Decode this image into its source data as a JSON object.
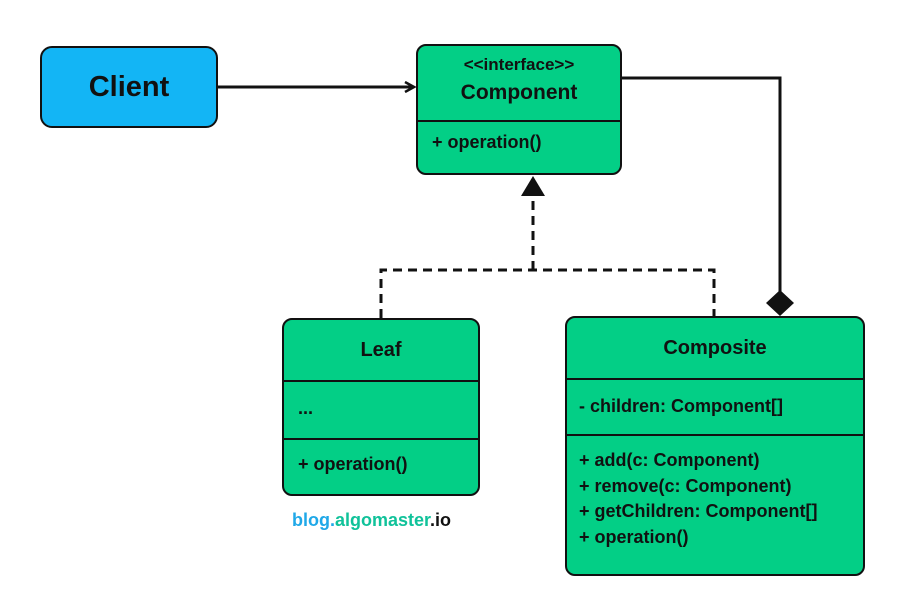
{
  "client": {
    "name": "Client"
  },
  "component": {
    "stereotype": "<<interface>>",
    "name": "Component",
    "methods": [
      "+ operation()"
    ]
  },
  "leaf": {
    "name": "Leaf",
    "attributes": [
      "..."
    ],
    "methods": [
      "+ operation()"
    ]
  },
  "composite": {
    "name": "Composite",
    "attributes": [
      "- children: Component[]"
    ],
    "methods": [
      "+ add(c: Component)",
      "+ remove(c: Component)",
      "+ getChildren: Component[]",
      "+ operation()"
    ]
  },
  "footer": {
    "prefix": "blog.",
    "brand": "algomaster",
    "suffix": ".io",
    "colors": {
      "prefix": "#1fa8e8",
      "brand": "#10c29a",
      "suffix": "#111111"
    }
  },
  "colors": {
    "client_fill": "#13b5f5",
    "class_fill": "#03cf86",
    "stroke": "#111111"
  }
}
